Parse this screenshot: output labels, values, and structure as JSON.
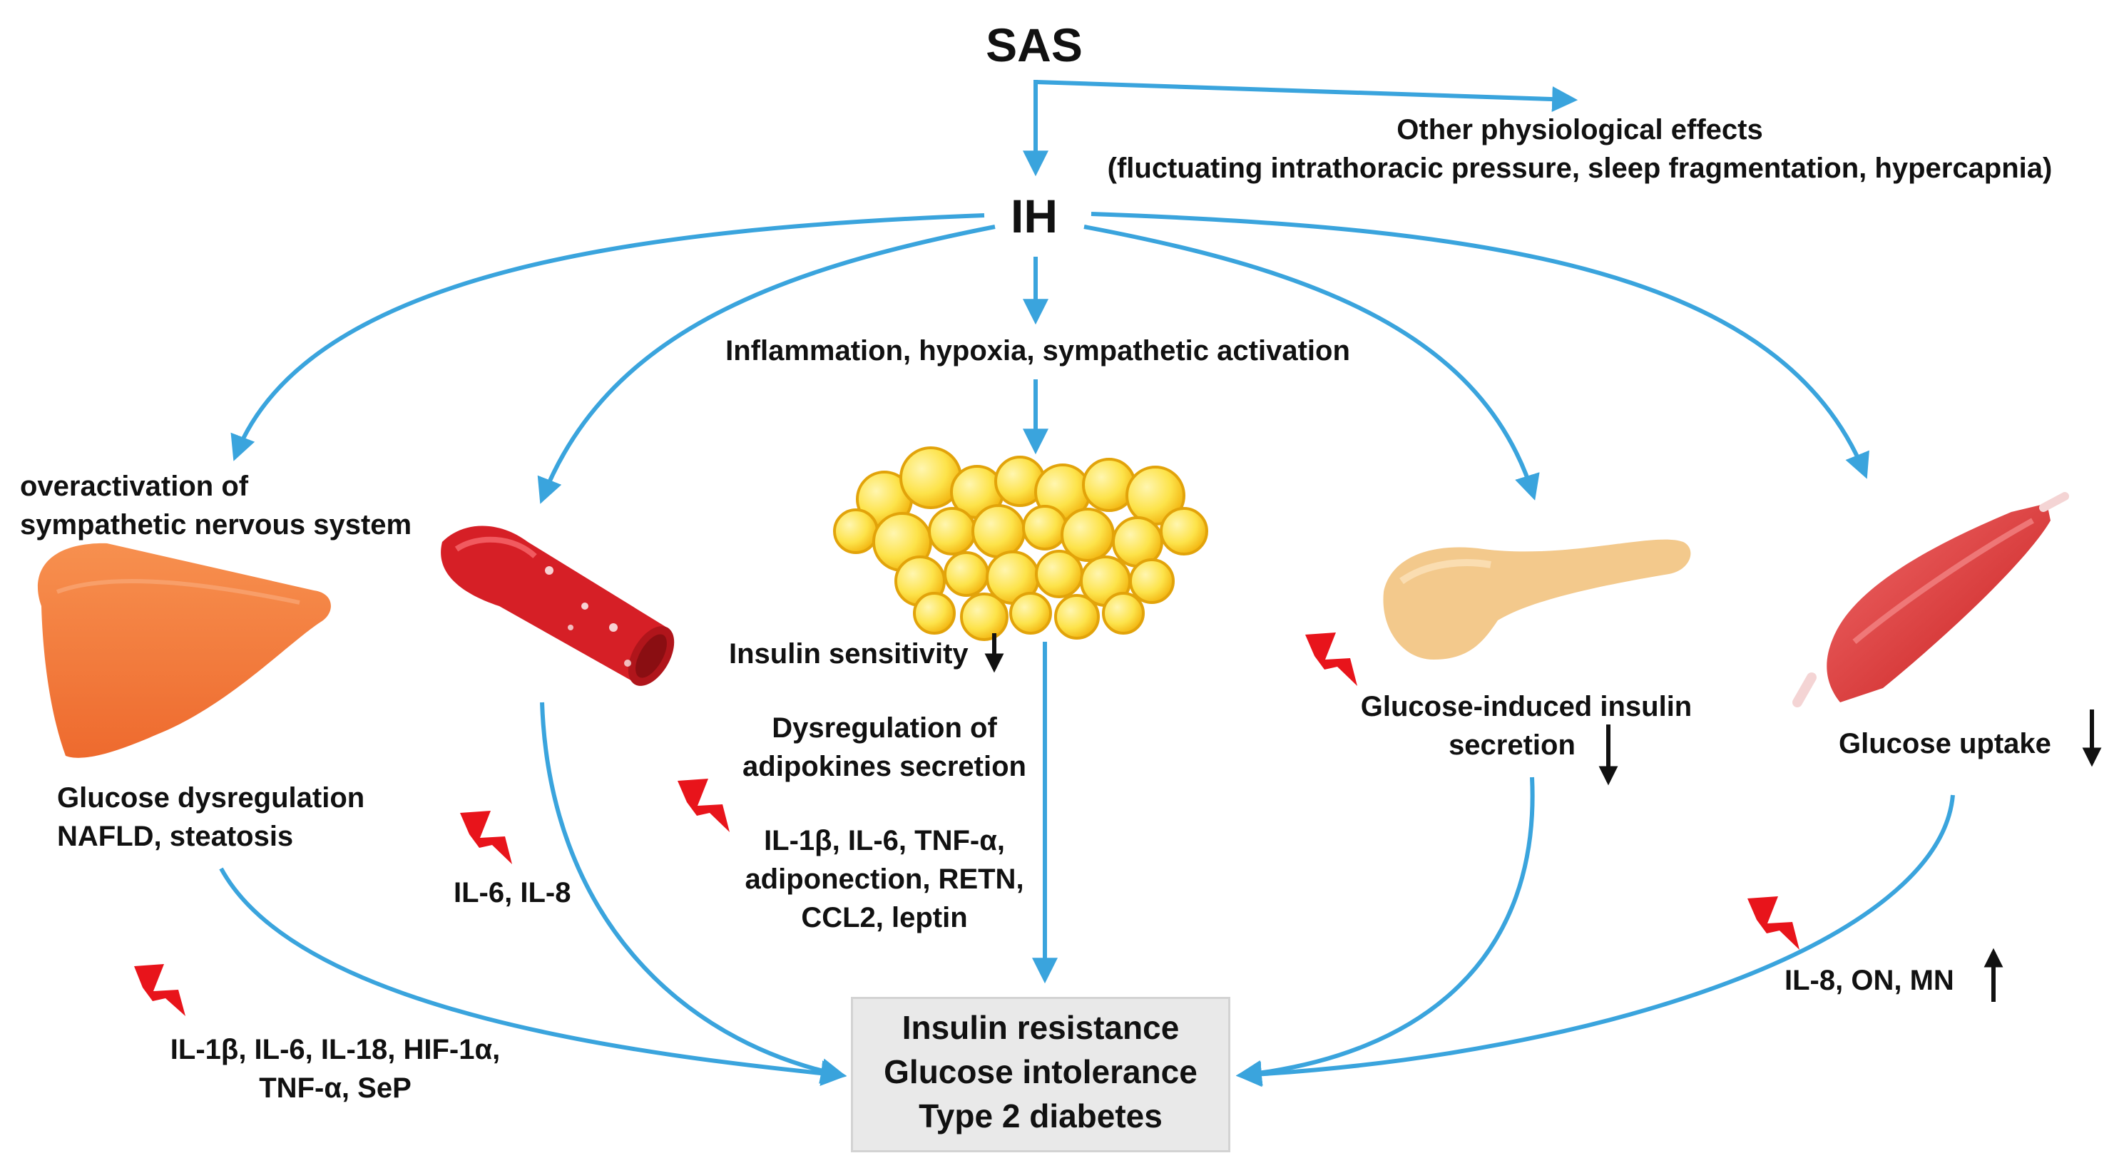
{
  "title": "SAS",
  "other_effects": {
    "line1": "Other physiological effects",
    "line2": "(fluctuating intrathoracic pressure, sleep fragmentation, hypercapnia)"
  },
  "ih": "IH",
  "mechanisms": "Inflammation, hypoxia, sympathetic activation",
  "liver": {
    "heading_line1": "overactivation of",
    "heading_line2": "sympathetic nervous system",
    "effect_line1": "Glucose dysregulation",
    "effect_line2": "NAFLD, steatosis",
    "markers_line1": "IL-1β, IL-6, IL-18, HIF-1α,",
    "markers_line2": "TNF-α, SeP"
  },
  "vessel": {
    "markers": "IL-6, IL-8"
  },
  "adipose": {
    "sensitivity": "Insulin sensitivity",
    "dysreg_line1": "Dysregulation of",
    "dysreg_line2": "adipokines secretion",
    "markers_line1": "IL-1β, IL-6, TNF-α,",
    "markers_line2": "adiponection, RETN,",
    "markers_line3": "CCL2, leptin"
  },
  "pancreas": {
    "effect_line1": "Glucose-induced insulin",
    "effect_line2": "secretion"
  },
  "muscle": {
    "effect": "Glucose uptake",
    "markers": "IL-8, ON, MN"
  },
  "outcome": {
    "line1": "Insulin resistance",
    "line2": "Glucose intolerance",
    "line3": "Type 2 diabetes"
  },
  "colors": {
    "arrow": "#3aa4dd",
    "lightning": "#e8141b",
    "liver": "#f47a44",
    "vessel": "#d61f26",
    "fat": "#f7c21a",
    "pancreas": "#f3c98c",
    "muscle": "#e23a3a"
  }
}
